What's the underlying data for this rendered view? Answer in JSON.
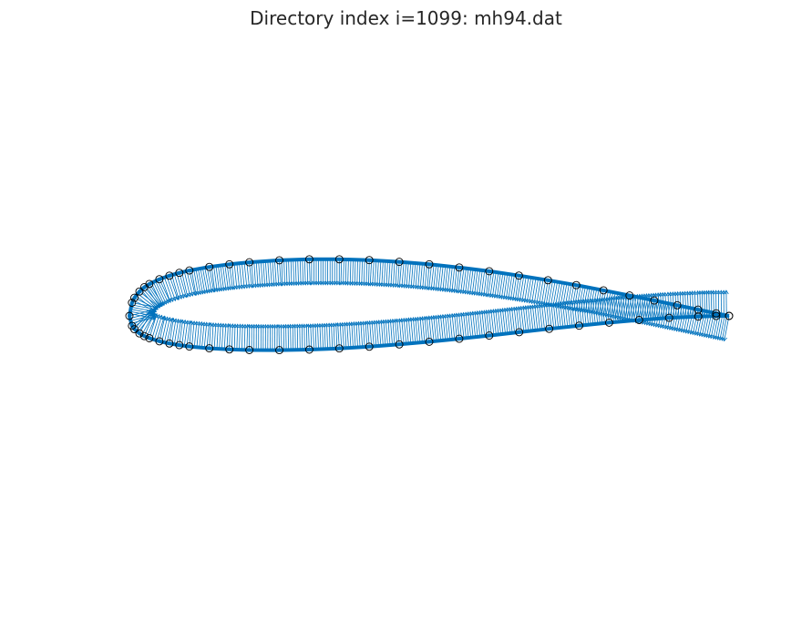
{
  "title": "Directory index i=1099: mh94.dat",
  "colors": {
    "surface": "#0072BD",
    "normal_arrows": "#0072BD",
    "markers": "#000000"
  },
  "chart_data": {
    "type": "scatter",
    "title": "Directory index i=1099: mh94.dat",
    "axis_visible": false,
    "grid": false,
    "legend": "none",
    "xlim": [
      -0.01,
      1.01
    ],
    "ylim": [
      -0.6,
      0.6
    ],
    "series": [
      {
        "kind": "line",
        "points": [
          [
            1.0,
            0.0
          ],
          [
            0.9785,
            0.0042
          ],
          [
            0.9483,
            0.0105
          ],
          [
            0.9135,
            0.0178
          ],
          [
            0.8752,
            0.0257
          ],
          [
            0.834,
            0.0341
          ],
          [
            0.7906,
            0.0427
          ],
          [
            0.7451,
            0.0513
          ],
          [
            0.698,
            0.0596
          ],
          [
            0.6495,
            0.0674
          ],
          [
            0.6,
            0.0746
          ],
          [
            0.55,
            0.0809
          ],
          [
            0.5,
            0.0862
          ],
          [
            0.45,
            0.0903
          ],
          [
            0.4,
            0.0931
          ],
          [
            0.35,
            0.0945
          ],
          [
            0.3,
            0.0945
          ],
          [
            0.25,
            0.0929
          ],
          [
            0.2,
            0.0895
          ],
          [
            0.1667,
            0.0862
          ],
          [
            0.1333,
            0.0818
          ],
          [
            0.1,
            0.0758
          ],
          [
            0.0833,
            0.0719
          ],
          [
            0.0667,
            0.0672
          ],
          [
            0.05,
            0.0613
          ],
          [
            0.0333,
            0.0534
          ],
          [
            0.025,
            0.048
          ],
          [
            0.0167,
            0.0408
          ],
          [
            0.0083,
            0.0303
          ],
          [
            0.0042,
            0.0221
          ],
          [
            0.0,
            0.0
          ],
          [
            0.0042,
            -0.0165
          ],
          [
            0.0083,
            -0.0222
          ],
          [
            0.0167,
            -0.0292
          ],
          [
            0.025,
            -0.0338
          ],
          [
            0.0333,
            -0.0373
          ],
          [
            0.05,
            -0.0424
          ],
          [
            0.0667,
            -0.0461
          ],
          [
            0.0833,
            -0.0488
          ],
          [
            0.1,
            -0.051
          ],
          [
            0.1333,
            -0.0541
          ],
          [
            0.1667,
            -0.056
          ],
          [
            0.2,
            -0.057
          ],
          [
            0.25,
            -0.0572
          ],
          [
            0.3,
            -0.0563
          ],
          [
            0.35,
            -0.0543
          ],
          [
            0.4,
            -0.0513
          ],
          [
            0.45,
            -0.0475
          ],
          [
            0.5,
            -0.0431
          ],
          [
            0.55,
            -0.0381
          ],
          [
            0.6,
            -0.0328
          ],
          [
            0.65,
            -0.0272
          ],
          [
            0.7,
            -0.0216
          ],
          [
            0.75,
            -0.0162
          ],
          [
            0.8,
            -0.0112
          ],
          [
            0.85,
            -0.0068
          ],
          [
            0.9,
            -0.0032
          ],
          [
            0.9487,
            -0.001
          ],
          [
            0.9785,
            -0.0002
          ],
          [
            1.0,
            0.0
          ]
        ]
      }
    ]
  }
}
